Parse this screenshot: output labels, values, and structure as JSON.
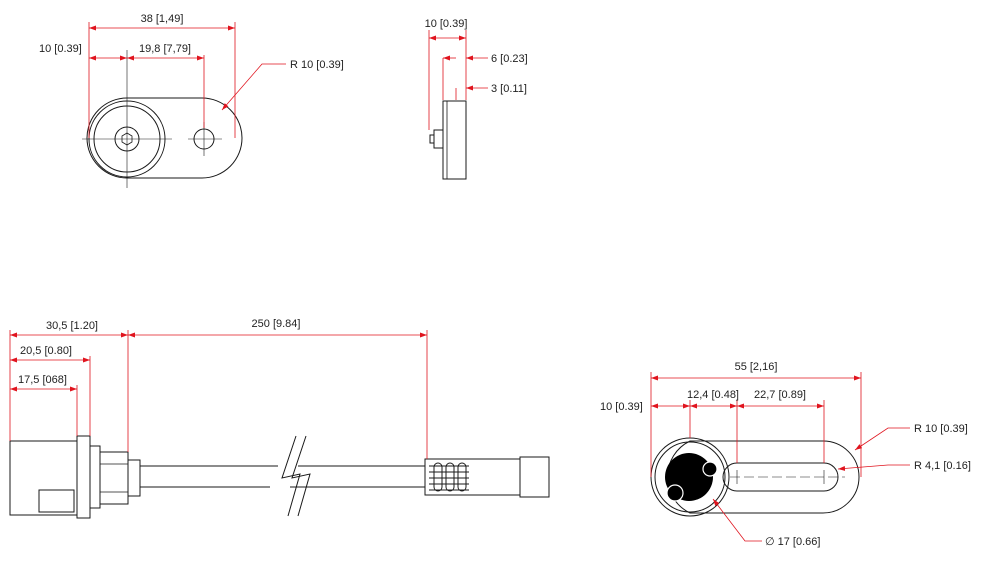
{
  "colors": {
    "dimension": "#e0141e",
    "outline": "#1a1a1a",
    "fill_dark": "#000000",
    "background": "#ffffff"
  },
  "labels": {
    "top_view": {
      "overall_length": "38 [1,49]",
      "left_offset": "10 [0.39]",
      "hole_spacing": "19,8 [7,79]",
      "radius": "R 10 [0.39]"
    },
    "side_view": {
      "total_thickness": "10 [0.39]",
      "body_thickness": "6 [0.23]",
      "head_thickness": "3 [0.11]"
    },
    "cable_view": {
      "connector_length": "30,5 [1.20]",
      "flange_position": "20,5 [0.80]",
      "housing_length": "17,5 [068]",
      "cable_length": "250 [9.84]"
    },
    "bracket_view": {
      "overall_length": "55 [2,16]",
      "left_offset": "10 [0.39]",
      "slot_start": "12,4 [0.48]",
      "slot_length": "22,7 [0.89]",
      "outer_radius": "R 10 [0.39]",
      "slot_radius": "R 4,1 [0.16]",
      "bore_diameter": "∅ 17 [0.66]"
    }
  }
}
